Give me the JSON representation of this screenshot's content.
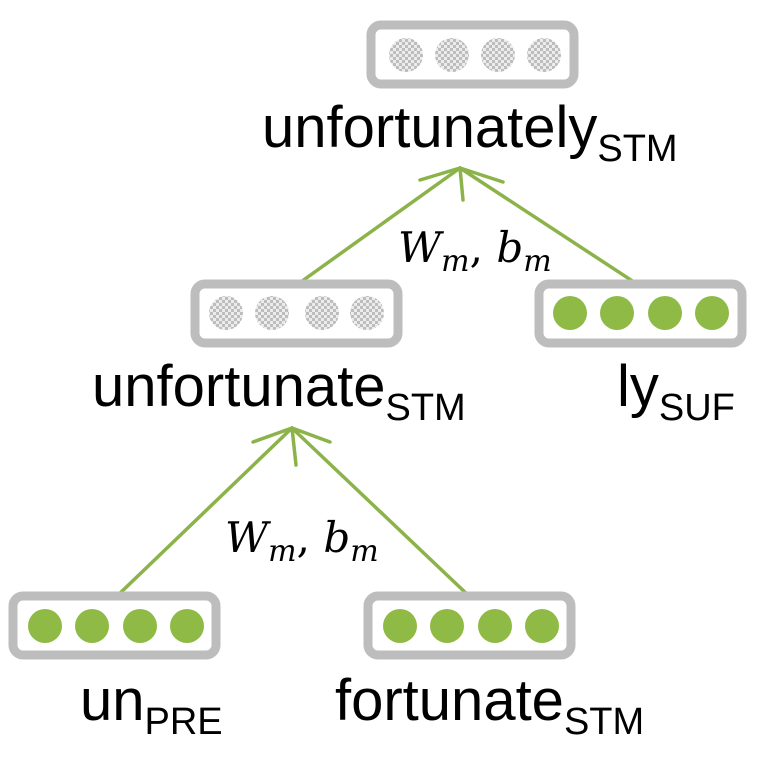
{
  "colors": {
    "edge": "#8cb34a",
    "known_dot": "#8fba45",
    "box_border": "#bdbdbd",
    "unknown_dot_light": "#ececec",
    "unknown_dot_dark": "#bdbdbd"
  },
  "nodes": {
    "top": {
      "word": "unfortunately",
      "tag": "STM",
      "vector": "unknown"
    },
    "mid_left": {
      "word": "unfortunate",
      "tag": "STM",
      "vector": "unknown"
    },
    "mid_right": {
      "word": "ly",
      "tag": "SUF",
      "vector": "known"
    },
    "bottom_left": {
      "word": "un",
      "tag": "PRE",
      "vector": "known"
    },
    "bottom_right": {
      "word": "fortunate",
      "tag": "STM",
      "vector": "known"
    }
  },
  "edge_labels": {
    "upper": {
      "W": "W",
      "W_sub": "m",
      "sep": ", ",
      "b": "b",
      "b_sub": "m"
    },
    "lower": {
      "W": "W",
      "W_sub": "m",
      "sep": ", ",
      "b": "b",
      "b_sub": "m"
    }
  }
}
